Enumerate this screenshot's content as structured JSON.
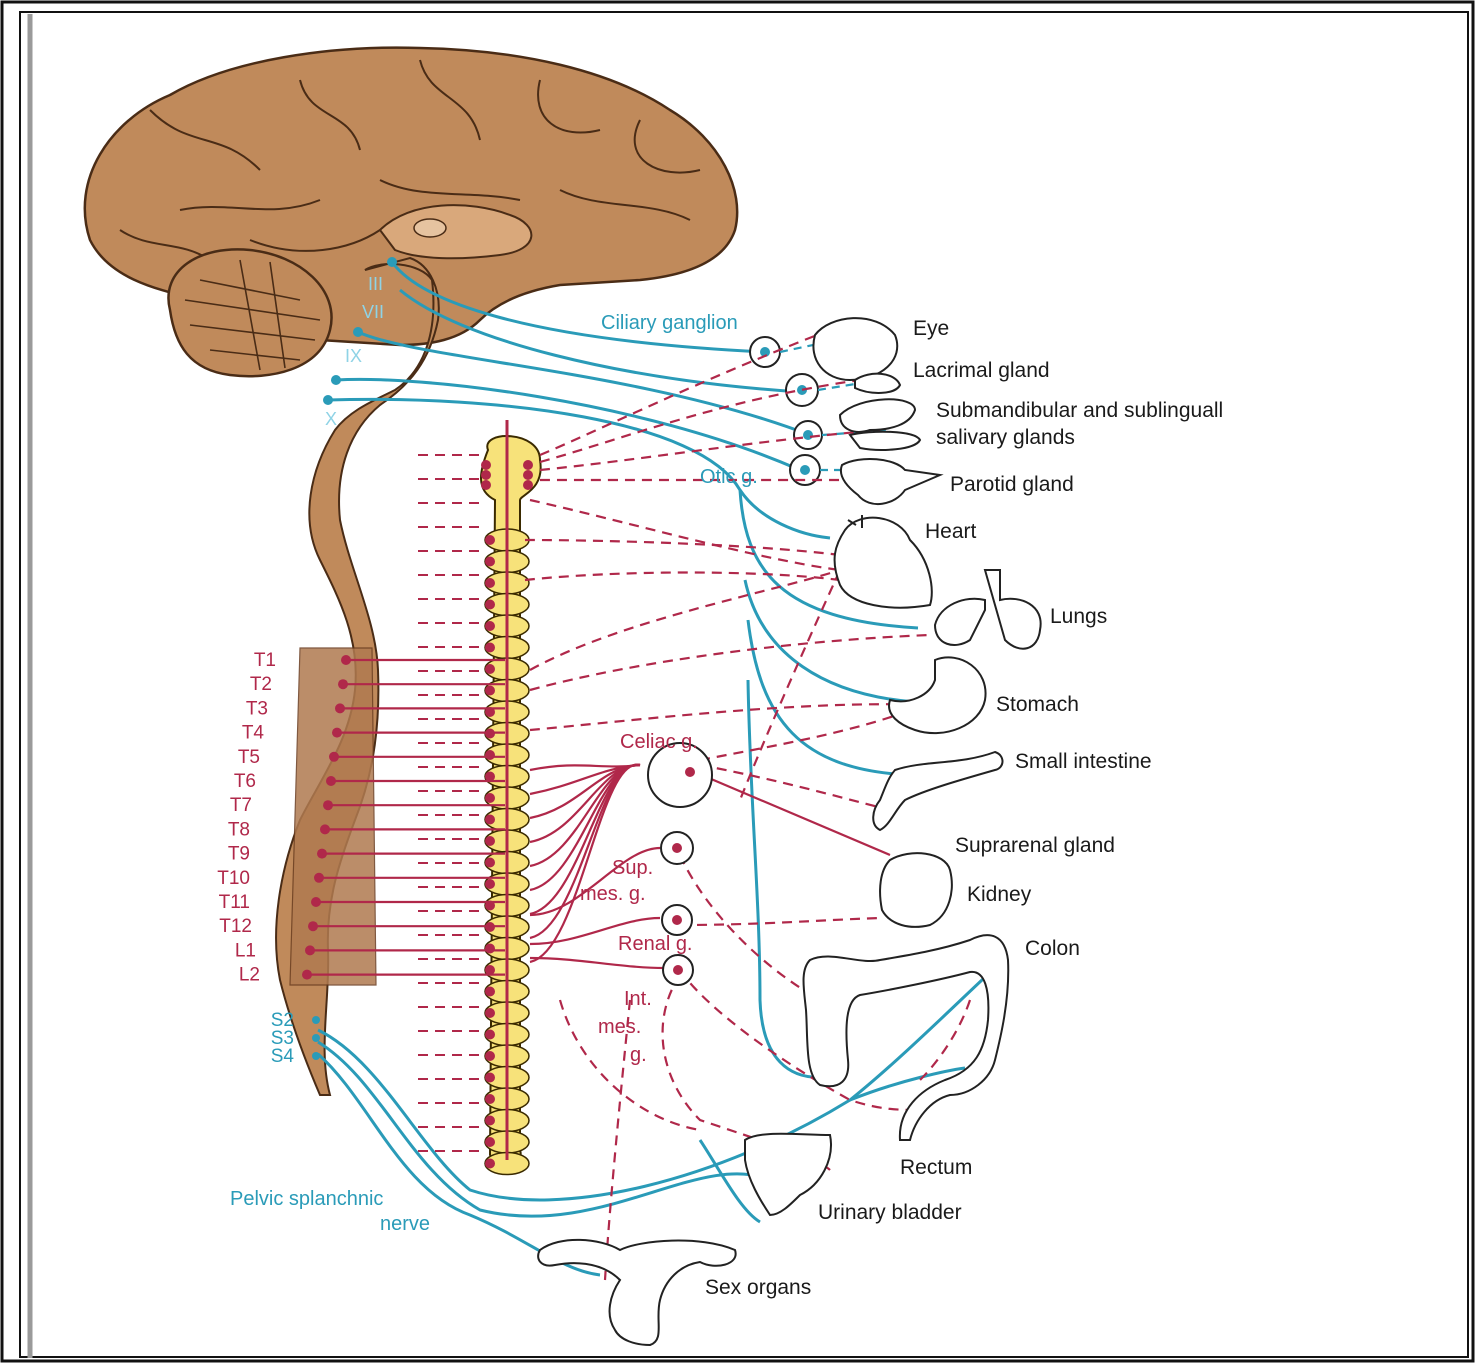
{
  "figure": {
    "brain_labels": {
      "cn_III": "III",
      "cn_VII": "VII",
      "cn_IX": "IX",
      "cn_X": "X"
    },
    "spinal_segments": [
      "T1",
      "T2",
      "T3",
      "T4",
      "T5",
      "T6",
      "T7",
      "T8",
      "T9",
      "T10",
      "T11",
      "T12",
      "L1",
      "L2"
    ],
    "sacral_segments": [
      "S2",
      "S3",
      "S4"
    ],
    "ganglia": {
      "ciliary": "Ciliary ganglion",
      "otic": "Otic g.",
      "celiac": "Celiac g.",
      "sup_mes_1": "Sup.",
      "sup_mes_2": "mes. g.",
      "renal": "Renal g.",
      "int_mes_1": "Int.",
      "int_mes_2": "mes.",
      "int_mes_3": "g."
    },
    "nerve": {
      "pelvic_1": "Pelvic splanchnic",
      "pelvic_2": "nerve"
    },
    "organs": {
      "eye": "Eye",
      "lacrimal": "Lacrimal gland",
      "submandibular_1": "Submandibular and sublinguall",
      "submandibular_2": "salivary glands",
      "parotid": "Parotid gland",
      "heart": "Heart",
      "lungs": "Lungs",
      "stomach": "Stomach",
      "small_intestine": "Small intestine",
      "suprarenal": "Suprarenal gland",
      "kidney": "Kidney",
      "colon": "Colon",
      "rectum": "Rectum",
      "urinary_bladder": "Urinary bladder",
      "sex_organs": "Sex organs"
    },
    "colors": {
      "parasympathetic": "#2a9bb8",
      "sympathetic": "#b0284a",
      "brain": "#c08a5b",
      "sympathetic_chain": "#f7e27a"
    }
  }
}
